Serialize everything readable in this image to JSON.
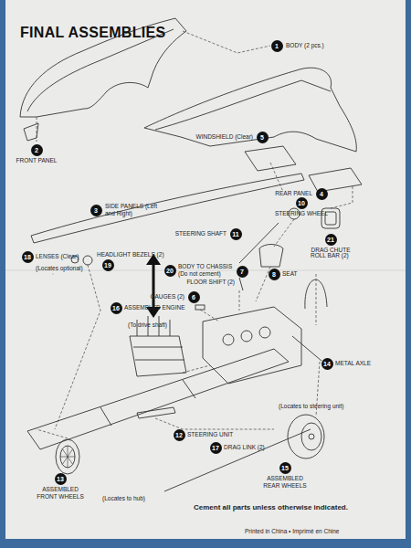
{
  "diagram": {
    "title": "FINAL ASSEMBLIES",
    "nodes": [
      {
        "text": [
          "1",
          "BODY (2 pcs.)"
        ]
      },
      {
        "text": [
          "5",
          "WINDSHIELD (Clear)"
        ]
      },
      {
        "text": [
          "2",
          "FRONT PANEL"
        ]
      },
      {
        "text": [
          "4",
          "REAR PANEL"
        ]
      },
      {
        "text": [
          "10",
          "STEERING WHEEL"
        ]
      },
      {
        "text": [
          "3",
          "SIDE PANELS (Left and Right)"
        ]
      },
      {
        "text": [
          "11",
          "STEERING SHAFT"
        ]
      },
      {
        "text": [
          "21",
          "DRAG CHUTE"
        ]
      },
      {
        "text": [
          "18",
          "LENSES (Clear)"
        ]
      },
      {
        "text": [
          "19",
          "HEADLIGHT BEZELS (2)"
        ]
      },
      {
        "text": [
          "8",
          "SEAT"
        ]
      },
      {
        "text": [
          "7",
          "FLOOR SHIFT (2)"
        ]
      },
      {
        "text": [
          "20",
          "BODY TO CHASSIS",
          "(Do not cement)"
        ]
      },
      {
        "text": [
          "6",
          "GAUGES (2)"
        ]
      },
      {
        "text": [
          "16",
          "ASSEMBLED ENGINE"
        ]
      },
      {
        "text": [
          "14",
          "METAL AXLE"
        ]
      },
      {
        "text": [
          "12",
          "STEERING UNIT"
        ]
      },
      {
        "text": [
          "17",
          "DRAG LINK (2)"
        ]
      },
      {
        "text": [
          "15",
          "ASSEMBLED REAR WHEELS"
        ]
      },
      {
        "text": [
          "13",
          "ASSEMBLED FRONT WHEELS"
        ]
      }
    ],
    "labels": [
      "ROLL BAR (2)",
      "(Locates optional)",
      "(To drive shaft)",
      "(Locates to steering unit)",
      "(Locates to hub)",
      "Cement all parts unless otherwise indicated.",
      "Printed in China • Imprimé en Chine"
    ]
  }
}
